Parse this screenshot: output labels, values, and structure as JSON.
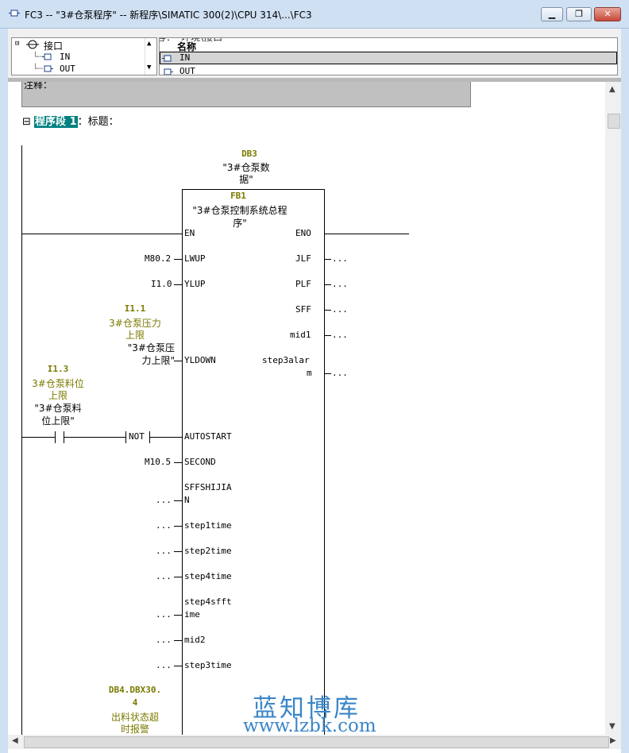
{
  "window": {
    "title": "FC3 -- \"3#仓泵程序\" -- 新程序\\SIMATIC 300(2)\\CPU 314\\...\\FC3",
    "min_label": "▁",
    "max_label": "❐",
    "close_label": "✕"
  },
  "interface": {
    "tree": {
      "root": "接口",
      "items": [
        "IN",
        "OUT"
      ]
    },
    "detail": {
      "cut_text": "内容：  '环境\\接口'",
      "column_header": "名称",
      "rows": [
        "IN",
        "OUT"
      ]
    }
  },
  "network": {
    "comment_label": "注释：",
    "collapse_symbol": "⊟",
    "label": "程序段 1",
    "title_suffix": "：标题："
  },
  "block": {
    "instance_db": "DB3",
    "instance_db_symbol_l1": "\"3#仓泵数",
    "instance_db_symbol_l2": "据\"",
    "fb": "FB1",
    "fb_symbol_l1": "\"3#仓泵控制系统总程",
    "fb_symbol_l2": "序\"",
    "inputs": {
      "en": "EN",
      "lwup": "LWUP",
      "ylup": "YLUP",
      "yldown": "YLDOWN",
      "autostart": "AUTOSTART",
      "second": "SECOND",
      "sffshijian_l1": "SFFSHIJIA",
      "sffshijian_l2": "N",
      "step1time": "step1time",
      "step2time": "step2time",
      "step4time": "step4time",
      "step4sfftime_l1": "step4sfft",
      "step4sfftime_l2": "ime",
      "mid2": "mid2",
      "step3time": "step3time"
    },
    "outputs": {
      "eno": "ENO",
      "jlf": "JLF",
      "plf": "PLF",
      "sff": "SFF",
      "mid1": "mid1",
      "step3alarm_l1": "step3alar",
      "step3alarm_l2": "m"
    },
    "actuals": {
      "lwup": "M80.2",
      "ylup": "I1.0",
      "second": "M10.5",
      "yldown_addr": "I1.1",
      "yldown_c1": "3#仓泵压力",
      "yldown_c2": "上限",
      "yldown_s1": "\"3#仓泵压",
      "yldown_s2": "力上限\"",
      "contact_addr": "I1.3",
      "contact_c1": "3#仓泵料位",
      "contact_c2": "上限",
      "contact_s1": "\"3#仓泵料",
      "contact_s2": "位上限\"",
      "not_label": "NOT",
      "bottom_addr_l1": "DB4.DBX30.",
      "bottom_addr_l2": "4",
      "bottom_c1": "出料状态超",
      "bottom_c2": "时报警",
      "dots": "..."
    }
  },
  "watermark": {
    "line1": "蓝知博库",
    "line2": "www.lzbk.com"
  }
}
